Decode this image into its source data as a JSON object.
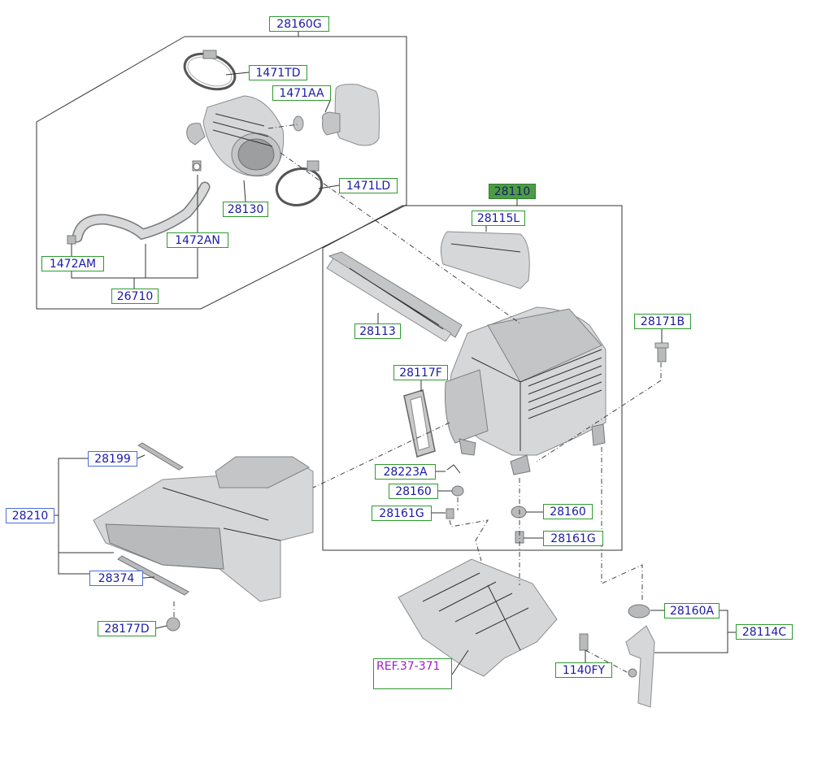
{
  "labels": {
    "p28160G": "28160G",
    "p1471TD": "1471TD",
    "p1471AA": "1471AA",
    "p1471LD": "1471LD",
    "p28130": "28130",
    "p1472AN": "1472AN",
    "p1472AM": "1472AM",
    "p26710": "26710",
    "p28110": "28110",
    "p28115L": "28115L",
    "p28113": "28113",
    "p28171B": "28171B",
    "p28117F": "28117F",
    "p28223A": "28223A",
    "p28160_left": "28160",
    "p28161G_left": "28161G",
    "p28160_right": "28160",
    "p28161G_right": "28161G",
    "p28199": "28199",
    "p28210": "28210",
    "p28374": "28374",
    "p28177D": "28177D",
    "pREF": "REF.37-371",
    "p28160A": "28160A",
    "p28114C": "28114C",
    "p1140FY": "1140FY"
  },
  "colors": {
    "label_text": "#1a1aa8",
    "label_border": "#2f9a2f",
    "label_border_blue": "#4a6fd8",
    "main_label_fill": "#4c9c43",
    "ref_text": "#9a1fc4",
    "part_fill": "#d6d7d8"
  }
}
